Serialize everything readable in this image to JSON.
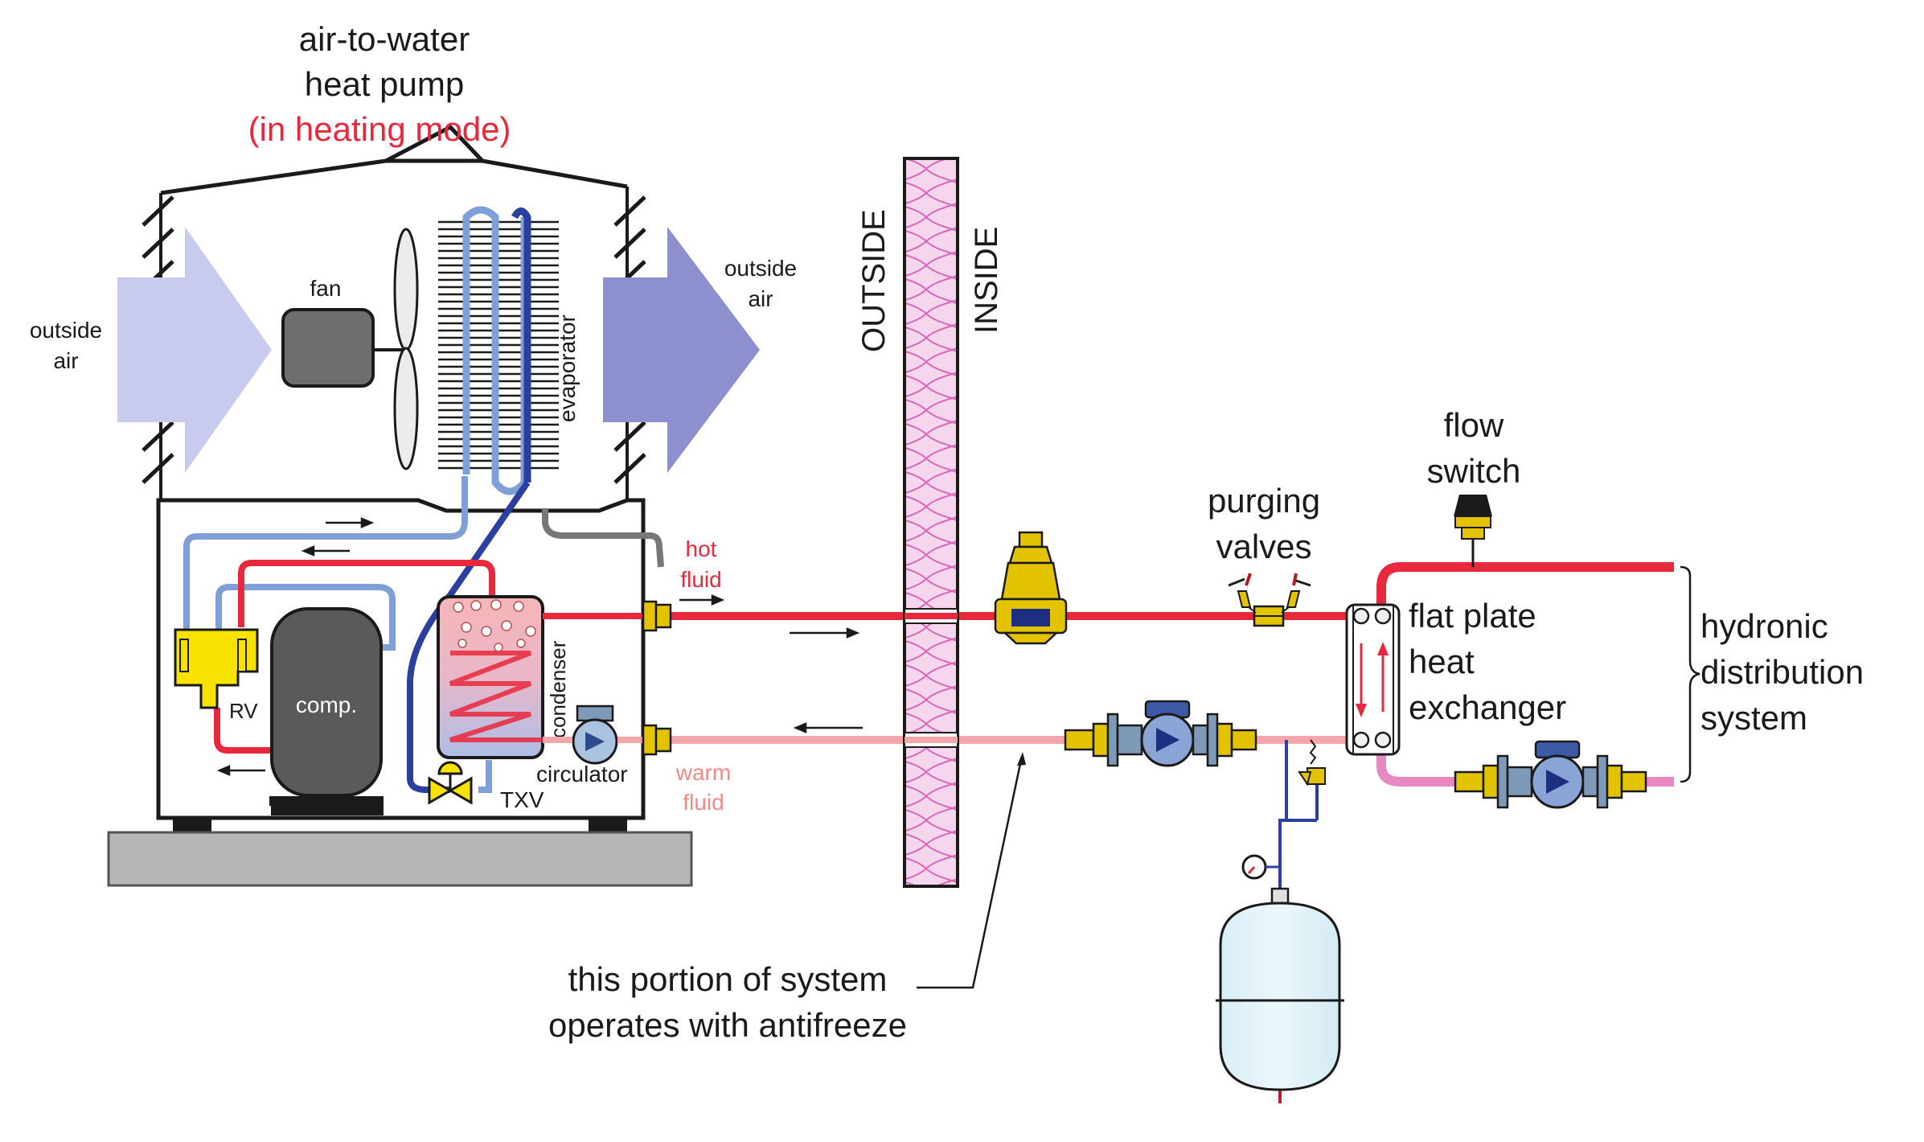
{
  "title": {
    "line1": "air-to-water",
    "line2": "heat pump",
    "mode": "(in heating mode)"
  },
  "labels": {
    "outside_air_left_1": "outside",
    "outside_air_left_2": "air",
    "outside_air_right_1": "outside",
    "outside_air_right_2": "air",
    "fan": "fan",
    "evaporator": "evaporator",
    "condenser": "condenser",
    "compressor": "comp.",
    "reversing_valve": "RV",
    "expansion_valve": "TXV",
    "circulator": "circulator",
    "hot_fluid_1": "hot",
    "hot_fluid_2": "fluid",
    "warm_fluid_1": "warm",
    "warm_fluid_2": "fluid",
    "outside_wall": "OUTSIDE",
    "inside_wall": "INSIDE",
    "purging_valves_1": "purging",
    "purging_valves_2": "valves",
    "flow_switch_1": "flow",
    "flow_switch_2": "switch",
    "heat_exchanger_1": "flat plate",
    "heat_exchanger_2": "heat",
    "heat_exchanger_3": "exchanger",
    "distribution_1": "hydronic",
    "distribution_2": "distribution",
    "distribution_3": "system",
    "antifreeze_1": "this portion of system",
    "antifreeze_2": "operates with antifreeze"
  },
  "colors": {
    "hot_pipe": "#e8283c",
    "warm_pipe": "#f4a6aa",
    "return_pipe": "#e889c2",
    "refrigerant_light": "#7fa0d6",
    "refrigerant_dark": "#2a3f9e",
    "air_in": "#c9cbee",
    "air_out": "#8e8fcf",
    "wall_fill": "#f6d6ec",
    "valve_brass": "#e3c200",
    "compressor": "#5a5a5a"
  }
}
